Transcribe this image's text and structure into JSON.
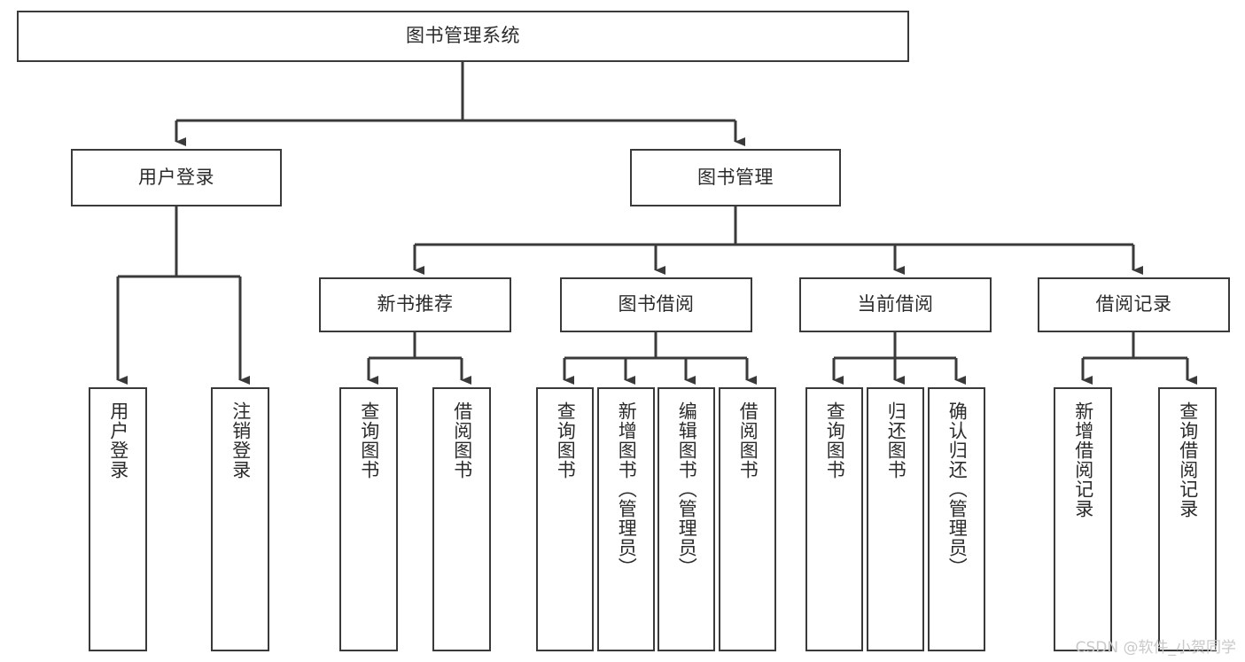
{
  "diagram": {
    "type": "tree",
    "title": "图书管理系统",
    "stroke_color": "#3a3a3a",
    "text_color": "#2b2b2b",
    "background_color": "#ffffff"
  },
  "nodes": {
    "root": {
      "label": "图书管理系统"
    },
    "level2": [
      {
        "label": "用户登录"
      },
      {
        "label": "图书管理"
      }
    ],
    "level3": [
      {
        "label": "新书推荐"
      },
      {
        "label": "图书借阅"
      },
      {
        "label": "当前借阅"
      },
      {
        "label": "借阅记录"
      }
    ],
    "leaves": {
      "user_login": [
        {
          "label": "用户登录"
        },
        {
          "label": "注销登录"
        }
      ],
      "new_book_recommend": [
        {
          "label": "查询图书"
        },
        {
          "label": "借阅图书"
        }
      ],
      "book_borrow": [
        {
          "label": "查询图书"
        },
        {
          "label": "新增图书（管理员）"
        },
        {
          "label": "编辑图书（管理员）"
        },
        {
          "label": "借阅图书"
        }
      ],
      "current_borrow": [
        {
          "label": "查询图书"
        },
        {
          "label": "归还图书"
        },
        {
          "label": "确认归还（管理员）"
        }
      ],
      "borrow_records": [
        {
          "label": "新增借阅记录"
        },
        {
          "label": "查询借阅记录"
        }
      ]
    }
  },
  "watermark": {
    "text": "CSDN @软件_小贺同学"
  }
}
